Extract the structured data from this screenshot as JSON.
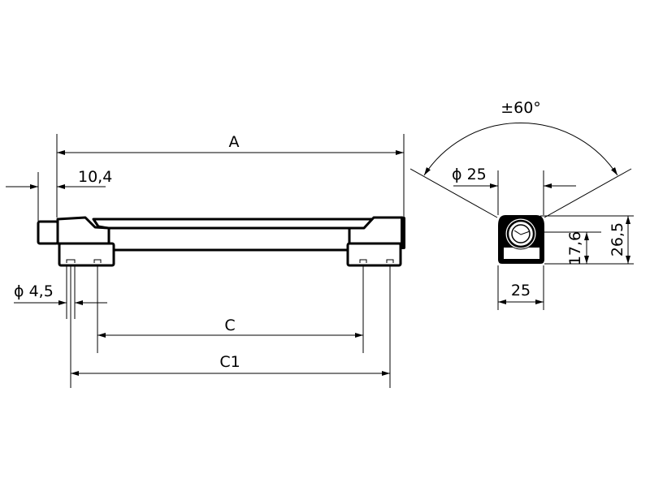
{
  "drawing": {
    "front_view": {
      "dim_overall_length": "A",
      "dim_pin_offset": "10,4",
      "dim_hole_diameter": "ϕ 4,5",
      "dim_hole_spacing_inner": "C",
      "dim_hole_spacing_outer": "C1"
    },
    "side_view": {
      "dim_swivel_angle": "±60°",
      "dim_tube_diameter": "ϕ 25",
      "dim_axis_height": "17,6",
      "dim_total_height": "26,5",
      "dim_width": "25"
    }
  }
}
